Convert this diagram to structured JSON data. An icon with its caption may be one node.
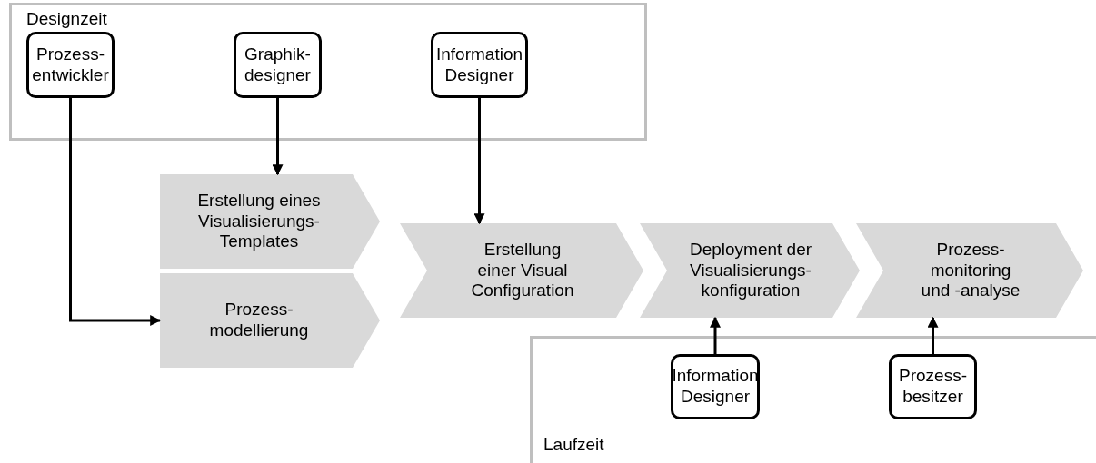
{
  "diagram": {
    "nodes": [
      {
        "text": [
          "Designzeit"
        ]
      },
      {
        "text": [
          "Prozess- entwickler"
        ],
        "in": 0
      },
      {
        "text": [
          "Graphik- designer"
        ],
        "in": 0
      },
      {
        "text": [
          "Information Designer"
        ],
        "in": 0
      },
      {
        "text": [
          "Erstellung eines Visualisierungs- Templates"
        ]
      },
      {
        "text": [
          "Prozess- modellierung"
        ]
      },
      {
        "text": [
          "Erstellung einer Visual Configuration"
        ]
      },
      {
        "text": [
          "Deployment der Visualisierungs- konfiguration"
        ]
      },
      {
        "text": [
          "Prozess- monitoring und -analyse"
        ]
      },
      {
        "text": [
          "Laufzeit"
        ]
      },
      {
        "text": [
          "Information Designer"
        ],
        "in": 9
      },
      {
        "text": [
          "Prozess- besitzer"
        ],
        "in": 9
      }
    ],
    "edges": [
      {
        "from": 1,
        "to": 5,
        "arrow": "to"
      },
      {
        "from": 2,
        "to": 4,
        "arrow": "to"
      },
      {
        "from": 3,
        "to": 6,
        "arrow": "to"
      },
      {
        "from": 10,
        "to": 7,
        "arrow": "to"
      },
      {
        "from": 11,
        "to": 8,
        "arrow": "to"
      }
    ]
  }
}
